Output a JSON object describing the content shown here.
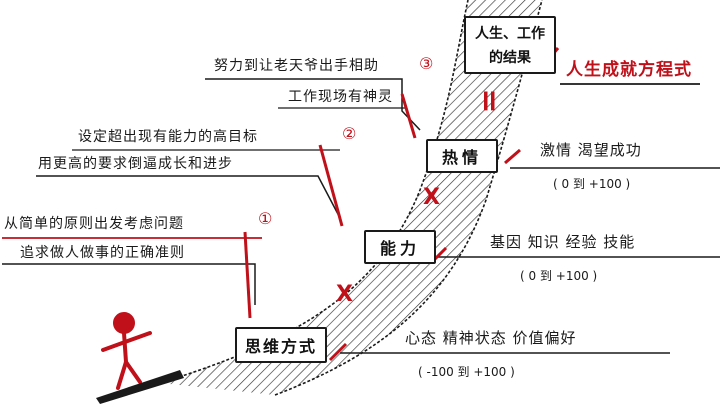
{
  "title": "人生成就方程式",
  "stages": {
    "result": {
      "line1": "人生、工作",
      "line2": "的结果"
    },
    "passion": "热情",
    "ability": "能力",
    "mindset": "思维方式"
  },
  "operators": {
    "equals": "=",
    "times1": "X",
    "times2": "X"
  },
  "factors": {
    "passion": {
      "text": "激情  渴望成功",
      "range": "( 0 到 +100 )"
    },
    "ability": {
      "text": "基因  知识  经验  技能",
      "range": "( 0 到 +100 )"
    },
    "mindset": {
      "text": "心态   精神状态   价值偏好",
      "range": "( -100 到 +100 )"
    }
  },
  "notes": {
    "n3": {
      "line1": "努力到让老天爷出手相助",
      "num": "③",
      "line2": "工作现场有神灵"
    },
    "n2": {
      "line1": "设定超出现有能力的高目标",
      "num": "②",
      "line2": "用更高的要求倒逼成长和进步"
    },
    "n1": {
      "line1": "从简单的原则出发考虑问题",
      "num": "①",
      "line2": "追求做人做事的正确准则"
    }
  },
  "colors": {
    "accent": "#c0101a",
    "ink": "#1a1a1a",
    "background": "#ffffff"
  }
}
